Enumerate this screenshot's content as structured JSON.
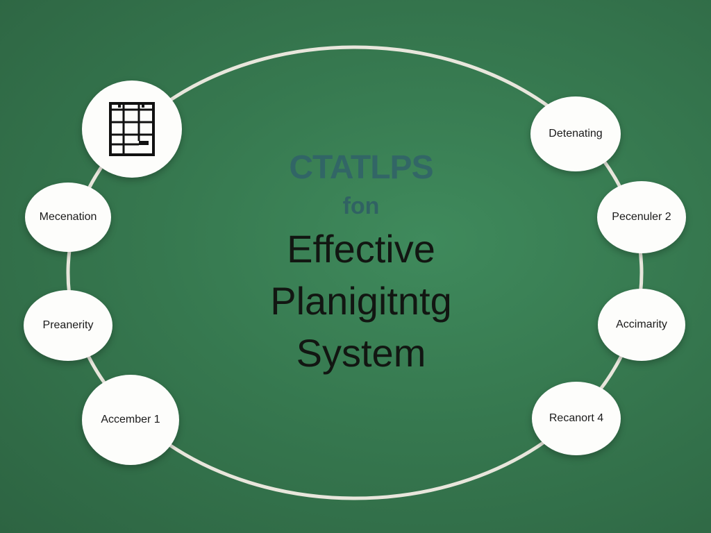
{
  "diagram": {
    "heading": {
      "brand": "CTATLPS",
      "connector": "fon",
      "title_line1": "Effective",
      "title_line2": "Planigitntg",
      "title_line3": "System"
    },
    "nodes": [
      {
        "id": "calendar",
        "icon": "calendar-grid-icon",
        "label": ""
      },
      {
        "id": "mecenation",
        "label": "Mecenation"
      },
      {
        "id": "preanerity",
        "label": "Preanerity"
      },
      {
        "id": "accember",
        "label": "Accember 1"
      },
      {
        "id": "detenating",
        "label": "Detenating"
      },
      {
        "id": "pecenuler",
        "label": "Pecenuler 2"
      },
      {
        "id": "accimarity",
        "label": "Accimarity"
      },
      {
        "id": "recanort",
        "label": "Recanort 4"
      }
    ],
    "colors": {
      "background": "#36784f",
      "ring": "#e8e6dc",
      "node_fill": "#fdfdfb",
      "title_text": "#121612",
      "brand_text": "#2f5d6c"
    }
  }
}
